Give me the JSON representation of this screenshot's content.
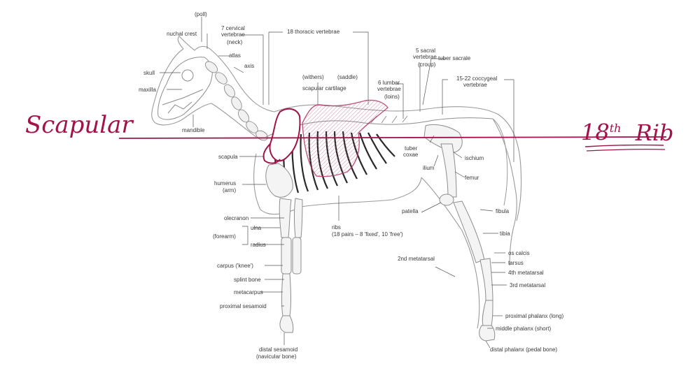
{
  "labels": {
    "poll": "(poll)",
    "nuchal_crest": "nuchal crest",
    "cervical": "7 cervical",
    "cervical_2": "vertebrae",
    "neck": "(neck)",
    "atlas": "atlas",
    "axis": "axis",
    "skull": "skull",
    "maxilla": "maxilla",
    "mandible": "mandible",
    "thoracic": "18 thoracic vertebrae",
    "withers": "(withers)",
    "saddle": "(saddle)",
    "scapular_cartilage": "scapular cartilage",
    "lumbar": "6 lumbar",
    "lumbar_2": "vertebrae",
    "loins": "(loins)",
    "sacral": "5 sacral",
    "sacral_2": "vertebrae",
    "croup": "(croup)",
    "tuber_sacrale": "tuber sacrale",
    "coccygeal": "15-22 coccygeal",
    "coccygeal_2": "vertebrae",
    "scapula": "scapula",
    "humerus": "humerus",
    "arm": "(arm)",
    "tuber_coxae": "tuber",
    "tuber_coxae_2": "coxae",
    "ilium": "ilium",
    "ischium": "ischium",
    "femur": "femur",
    "olecranon": "olecranon",
    "ulna": "ulna",
    "forearm": "(forearm)",
    "radius": "radius",
    "ribs": "ribs",
    "ribs_2": "(18 pairs – 8 'fixed', 10 'free')",
    "patella": "patella",
    "fibula": "fibula",
    "tibia": "tibia",
    "carpus": "carpus ('knee')",
    "splint_bone": "splint bone",
    "metacarpus": "metacarpus",
    "proximal_sesamoid": "proximal sesamoid",
    "second_metatarsal": "2nd metatarsal",
    "os_calcis": "os calcis",
    "tarsus": "tarsus",
    "fourth_metatarsal": "4th metatarsal",
    "third_metatarsal": "3rd metatarsal",
    "proximal_phalanx": "proximal phalanx (long)",
    "middle_phalanx": "middle phalanx (short)",
    "distal_phalanx": "distal phalanx (pedal bone)",
    "distal_sesamoid": "distal sesamoid",
    "navicular": "(navicular bone)"
  },
  "annotations": {
    "scapular": "Scapular",
    "rib_18": "18",
    "rib_18_sup": "th",
    "rib_18_word": "Rib"
  },
  "colors": {
    "ink": "#a0144a",
    "highlight": "#e58aa8",
    "bone": "#9a9a9a",
    "label": "#3a3a3a"
  }
}
